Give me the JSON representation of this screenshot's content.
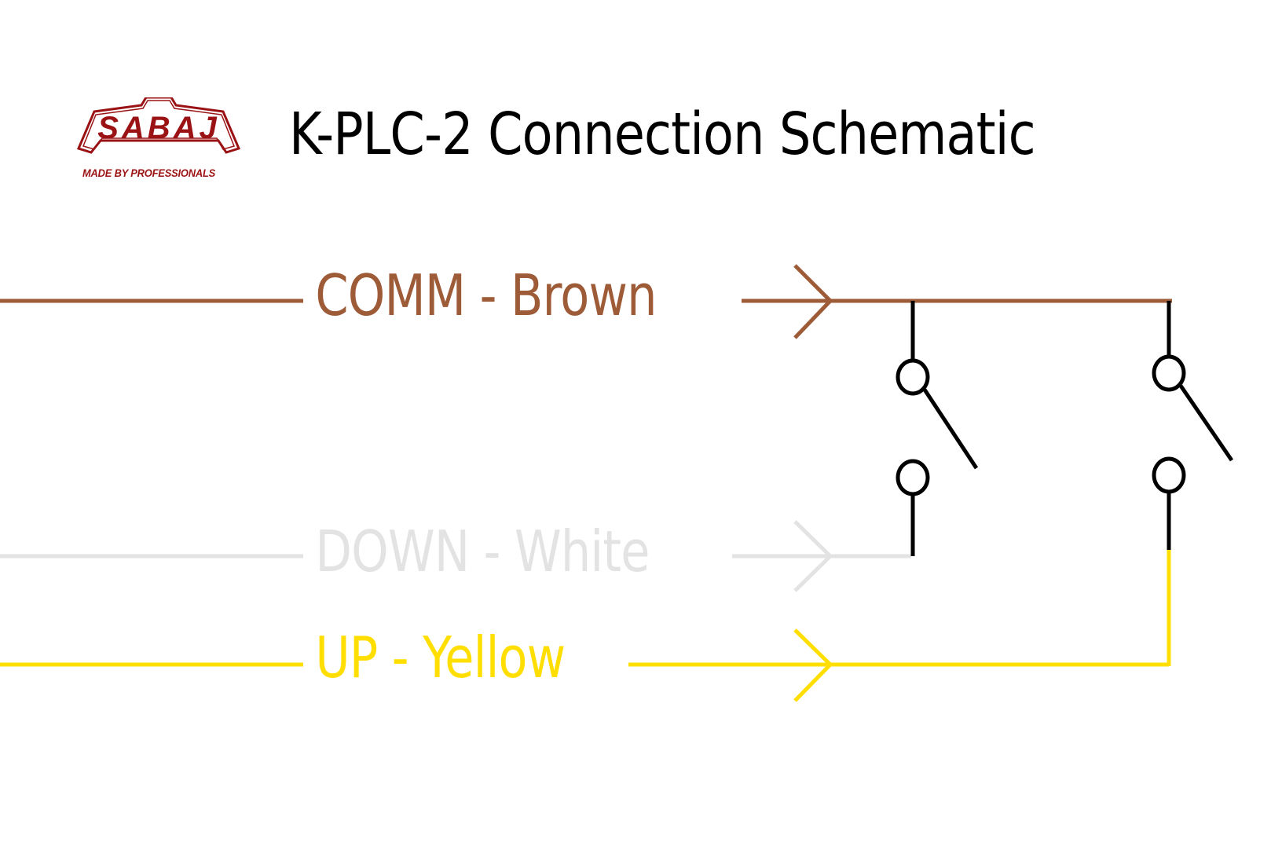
{
  "header": {
    "logo": {
      "name": "SABAJ",
      "tagline": "MADE BY PROFESSIONALS",
      "color": "#9b1214"
    },
    "title": "K-PLC-2 Connection Schematic"
  },
  "wires": [
    {
      "id": "comm",
      "label": "COMM - Brown",
      "color": "#9e5b37"
    },
    {
      "id": "down",
      "label": "DOWN - White",
      "color": "#e3e3e3"
    },
    {
      "id": "up",
      "label": "UP - Yellow",
      "color": "#ffde00"
    }
  ],
  "switches": [
    {
      "id": "switch-down",
      "connects": [
        "COMM",
        "DOWN"
      ],
      "state": "open"
    },
    {
      "id": "switch-up",
      "connects": [
        "COMM",
        "UP"
      ],
      "state": "open"
    }
  ],
  "colors": {
    "switch": "#000000",
    "background": "#ffffff"
  }
}
